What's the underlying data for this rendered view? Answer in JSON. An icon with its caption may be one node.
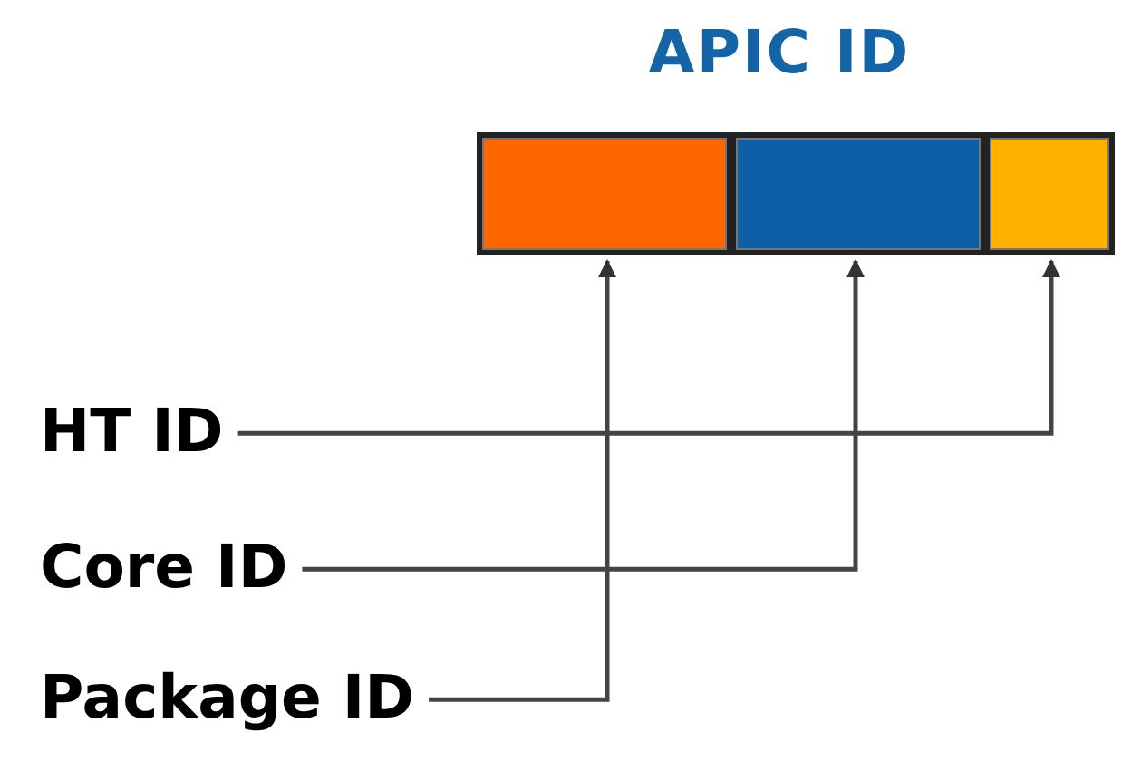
{
  "diagram": {
    "title": "APIC ID",
    "nodes": [
      {
        "text": [],
        "shape": "box"
      },
      {
        "text": [],
        "shape": "box"
      },
      {
        "text": [],
        "shape": "box"
      },
      {
        "text": [
          "HT ID"
        ]
      },
      {
        "text": [
          "Core ID"
        ]
      },
      {
        "text": [
          "Package ID"
        ]
      }
    ],
    "edges": [
      {
        "from": 3,
        "to": 2,
        "arrow": "to"
      },
      {
        "from": 4,
        "to": 1,
        "arrow": "to"
      },
      {
        "from": 5,
        "to": 0,
        "arrow": "to"
      }
    ]
  }
}
